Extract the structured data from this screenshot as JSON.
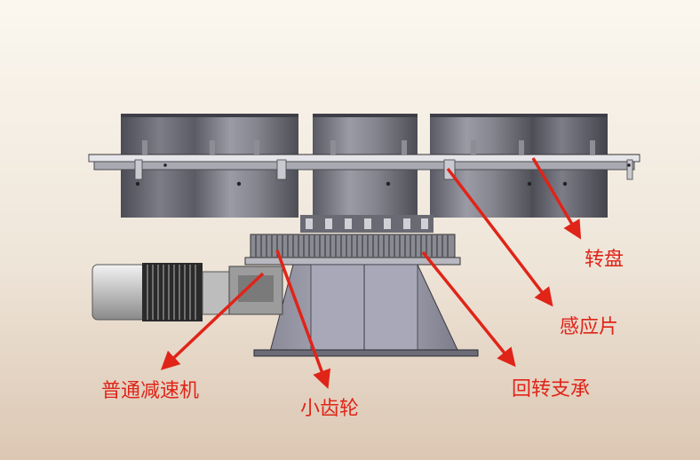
{
  "labels": {
    "turntable": "转盘",
    "sensor_plate": "感应片",
    "reducer": "普通减速机",
    "pinion": "小齿轮",
    "slewing_bearing": "回转支承"
  },
  "colors": {
    "callout": "#e02418",
    "barrel": "#6f6f7a",
    "frame": "#8c8c95",
    "gear": "#7a7a82",
    "base": "#9a9aa6",
    "motor": "#d8d8d8"
  }
}
